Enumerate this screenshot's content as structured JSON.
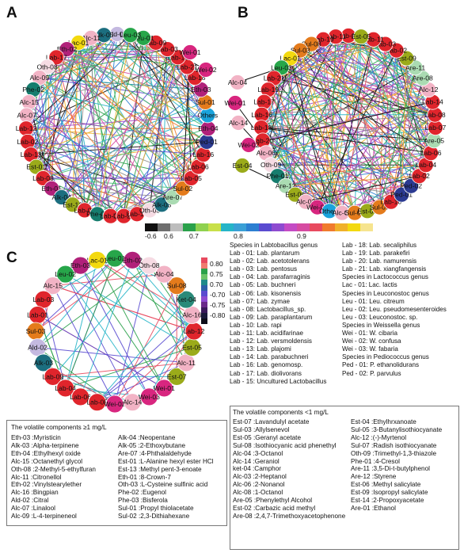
{
  "panels": {
    "a": "A",
    "b": "B",
    "c": "C"
  },
  "colors": {
    "neg_dark": "#111111",
    "neg_mid": "#8c8c8c",
    "neg_light": "#d8d8d8",
    "lab": "#e0252c",
    "alc": "#f2b3c5",
    "eth": "#b1217a",
    "sul": "#e47b1c",
    "est": "#9bab1a",
    "ald": "#c4b9e0",
    "wei": "#d8267f",
    "ped": "#2b3a91",
    "lac": "#f3d90f",
    "leu": "#27a64a",
    "oth": "#f6dbe3",
    "phe": "#167d6e",
    "are": "#aadbb2",
    "ket": "#2a8a79",
    "alk": "#1c6e7f",
    "others": "#1aa3dc"
  },
  "network_a": {
    "nodes": [
      {
        "label": "Ald-02",
        "group": "ald"
      },
      {
        "label": "Alk-05",
        "group": "alk"
      },
      {
        "label": "Alc-11",
        "group": "alc"
      },
      {
        "label": "Lac-01",
        "group": "lac"
      },
      {
        "label": "Eth-02",
        "group": "eth"
      },
      {
        "label": "Lab-17",
        "group": "lab"
      },
      {
        "label": "Oth-08",
        "group": "oth"
      },
      {
        "label": "Alc-09",
        "group": "alc"
      },
      {
        "label": "Phe-02",
        "group": "phe"
      },
      {
        "label": "Alc-15",
        "group": "alc"
      },
      {
        "label": "Alc-07",
        "group": "alc"
      },
      {
        "label": "Lab-12",
        "group": "lab"
      },
      {
        "label": "Lab-02",
        "group": "lab"
      },
      {
        "label": "Lab-13",
        "group": "lab"
      },
      {
        "label": "Est-01",
        "group": "est"
      },
      {
        "label": "Lab-08",
        "group": "lab"
      },
      {
        "label": "Eth-01",
        "group": "eth"
      },
      {
        "label": "Alk-04",
        "group": "alk"
      },
      {
        "label": "Est-13",
        "group": "est"
      },
      {
        "label": "Lab-07",
        "group": "lab"
      },
      {
        "label": "Phe-03",
        "group": "phe"
      },
      {
        "label": "Lab-01",
        "group": "lab"
      },
      {
        "label": "Lab-20",
        "group": "lab"
      },
      {
        "label": "Lab-14",
        "group": "lab"
      },
      {
        "label": "Oth-03",
        "group": "oth"
      },
      {
        "label": "Alk-03",
        "group": "alk"
      },
      {
        "label": "Are-07",
        "group": "are"
      },
      {
        "label": "Sul-02",
        "group": "sul"
      },
      {
        "label": "Lab-05",
        "group": "lab"
      },
      {
        "label": "Lab-06",
        "group": "lab"
      },
      {
        "label": "Lab-16",
        "group": "lab"
      },
      {
        "label": "Ped-01",
        "group": "ped"
      },
      {
        "label": "Eth-04",
        "group": "eth"
      },
      {
        "label": "Others",
        "group": "others"
      },
      {
        "label": "Sul-01",
        "group": "sul"
      },
      {
        "label": "Eth-03",
        "group": "eth"
      },
      {
        "label": "Lab-18",
        "group": "lab"
      },
      {
        "label": "Lab-21",
        "group": "lab"
      },
      {
        "label": "Lab-10",
        "group": "lab"
      },
      {
        "label": "Lab-03",
        "group": "lab"
      },
      {
        "label": "Lab-09",
        "group": "lab"
      },
      {
        "label": "Leu-01",
        "group": "leu"
      },
      {
        "label": "Leu-03",
        "group": "leu"
      }
    ],
    "outer": [
      {
        "label": "Wei-01",
        "group": "wei"
      },
      {
        "label": "Wei-02",
        "group": "wei"
      }
    ]
  },
  "network_b": {
    "nodes": [
      {
        "label": "Lab-15",
        "group": "lab"
      },
      {
        "label": "Lab-11",
        "group": "lab"
      },
      {
        "label": "Lab-19",
        "group": "lab"
      },
      {
        "label": "Sul-08",
        "group": "sul"
      },
      {
        "label": "Sul-03",
        "group": "sul"
      },
      {
        "label": "Lac-01",
        "group": "lac"
      },
      {
        "label": "Leu-03",
        "group": "leu"
      },
      {
        "label": "Lab-21",
        "group": "lab"
      },
      {
        "label": "Lab-19",
        "group": "lab"
      },
      {
        "label": "Lab-17",
        "group": "lab"
      },
      {
        "label": "Lab-16",
        "group": "lab"
      },
      {
        "label": "Lab-18",
        "group": "lab"
      },
      {
        "label": "Lab-20",
        "group": "lab"
      },
      {
        "label": "Alc-06",
        "group": "alc"
      },
      {
        "label": "Oth-09",
        "group": "oth"
      },
      {
        "label": "Phe-01",
        "group": "phe"
      },
      {
        "label": "Are-12",
        "group": "are"
      },
      {
        "label": "Est-06",
        "group": "est"
      },
      {
        "label": "Alc-02",
        "group": "alc"
      },
      {
        "label": "Wei-03",
        "group": "wei"
      },
      {
        "label": "Others",
        "group": "others"
      },
      {
        "label": "Alc-08",
        "group": "alc"
      },
      {
        "label": "Sul-05",
        "group": "sul"
      },
      {
        "label": "Est-09",
        "group": "est"
      },
      {
        "label": "Sul-07",
        "group": "sul"
      },
      {
        "label": "Lab-10",
        "group": "lab"
      },
      {
        "label": "Ped-01",
        "group": "ped"
      },
      {
        "label": "Ped-02",
        "group": "ped"
      },
      {
        "label": "Lab-02",
        "group": "lab"
      },
      {
        "label": "Lab-04",
        "group": "lab"
      },
      {
        "label": "Lab-06",
        "group": "lab"
      },
      {
        "label": "Are-05",
        "group": "are"
      },
      {
        "label": "Lab-07",
        "group": "lab"
      },
      {
        "label": "Lab-08",
        "group": "lab"
      },
      {
        "label": "Lab-14",
        "group": "lab"
      },
      {
        "label": "Alc-12",
        "group": "alc"
      },
      {
        "label": "Are-08",
        "group": "are"
      },
      {
        "label": "Are-11",
        "group": "are"
      },
      {
        "label": "Est-09",
        "group": "est"
      },
      {
        "label": "Lab-02",
        "group": "lab"
      },
      {
        "label": "Lab-03",
        "group": "lab"
      },
      {
        "label": "Lab-11",
        "group": "lab"
      },
      {
        "label": "Est-05",
        "group": "est"
      }
    ],
    "outer": [
      {
        "label": "Alc-04",
        "group": "alc"
      },
      {
        "label": "Wei-01",
        "group": "wei"
      },
      {
        "label": "Alc-14",
        "group": "alc"
      },
      {
        "label": "Wei-02",
        "group": "wei"
      },
      {
        "label": "Est-04",
        "group": "est"
      }
    ]
  },
  "network_c": {
    "nodes": [
      {
        "label": "Leu-01",
        "group": "leu"
      },
      {
        "label": "Lac-01",
        "group": "lac"
      },
      {
        "label": "Eth-03",
        "group": "eth"
      },
      {
        "label": "Leu-02",
        "group": "leu"
      },
      {
        "label": "Alc-15",
        "group": "alc"
      },
      {
        "label": "Lab-03",
        "group": "lab"
      },
      {
        "label": "Lab-01",
        "group": "lab"
      },
      {
        "label": "Sul-03",
        "group": "sul"
      },
      {
        "label": "Ald-02",
        "group": "ald"
      },
      {
        "label": "Alk-03",
        "group": "alk"
      },
      {
        "label": "Lab-09",
        "group": "lab"
      },
      {
        "label": "Lab-04",
        "group": "lab"
      },
      {
        "label": "Lab-06",
        "group": "lab"
      },
      {
        "label": "Lab-05",
        "group": "lab"
      },
      {
        "label": "Wei-02",
        "group": "wei"
      },
      {
        "label": "Alc-14",
        "group": "alc"
      },
      {
        "label": "Wei-03",
        "group": "wei"
      },
      {
        "label": "Wei-01",
        "group": "wei"
      },
      {
        "label": "Est-07",
        "group": "est"
      },
      {
        "label": "Alc-11",
        "group": "alc"
      },
      {
        "label": "Est-05",
        "group": "est"
      },
      {
        "label": "Lab-12",
        "group": "lab"
      },
      {
        "label": "Alc-16",
        "group": "alc"
      },
      {
        "label": "Ket-04",
        "group": "ket"
      },
      {
        "label": "Sul-08",
        "group": "sul"
      },
      {
        "label": "Alc-04",
        "group": "alc"
      },
      {
        "label": "Oth-08",
        "group": "oth"
      },
      {
        "label": "Eth-02",
        "group": "eth"
      }
    ]
  },
  "scale_ab": {
    "ticks": [
      "-0.6",
      "0.6",
      "0.7",
      "0.8",
      "0.9"
    ]
  },
  "scale_c": {
    "ticks": [
      "0.80",
      "0.75",
      "0.70",
      "-0.70",
      "-0.75",
      "-0.80"
    ]
  },
  "species_legend": {
    "col1": [
      "Species in Labtobacillus genus",
      "Lab - 01: Lab. plantarum",
      "Lab - 02: Lab. acetotolerans",
      "Lab - 03: Lab. pentosus",
      "Lab - 04: Lab. parafarraginis",
      "Lab - 05: Lab. buchneri",
      "Lab - 06: Lab. kisonensis",
      "Lab - 07: Lab. zymae",
      "Lab - 08: Lactobacillus_sp.",
      "Lab - 09: Lab. paraplantarum",
      "Lab - 10: Lab. rapi",
      "Lab - 11: Lab. acidifarinae",
      "Lab - 12: Lab. versmoldensis",
      "Lab - 13: Lab. plajomi",
      "Lab - 14: Lab. parabuchneri",
      "Lab - 16: Lab. genomosp.",
      "Lab - 17: Lab. diolivorans",
      "Lab - 15: Uncultured Lactobacillus"
    ],
    "col2": [
      "Lab - 18: Lab. secaliphilus",
      "Lab - 19: Lab. parakefiri",
      "Lab - 20: Lab. namurensis",
      "Lab - 21: Lab. xiangfangensis",
      "Species in Lactococcus genus",
      "Lac - 01: Lac. lactis",
      "Species in Leuconostoc genus",
      "Leu - 01: Leu. citreum",
      "Leu - 02: Leu. pseudomesenteroides",
      "Leu - 03: Leuconostoc. sp.",
      "Species in Weissella genus",
      "Wei - 01: W. cibaria",
      "Wei - 02: W. confusa",
      "Wei - 03: W. fabaria",
      "Species in Pediococcus genus",
      "Ped - 01: P. ethanolidurans",
      "Ped - 02: P. parvulus"
    ]
  },
  "volatile_high": {
    "title": "The volatile components ≥1 mg/L",
    "col1": [
      "Eth-03 :Myristicin",
      "Alk-03 :Alpha-terpinene",
      "Eth-04 :Ethylhexyl oxide",
      "Alc-15 :Octanethyl glycol",
      "Oth-08 :2-Methyl-5-ethylfuran",
      "Alc-11 :Citronellol",
      "Eth-02 :Vinylstearylether",
      "Alc-16 :Bingpian",
      "Ald-02 :Citral",
      "Alc-07 :Linalool",
      "Alc-09 :L-4-terpineneol"
    ],
    "col2": [
      "Alk-04 :Neopentane",
      "Alk-05 :2-Ethoxybutane",
      "Are-07 :4-Phthalaldehyde",
      "Est-01 :L-Alanine hexyl ester HCl",
      "Est-13 :Methyl pent-3-enoate",
      "Eth-01 :8-Crown-7",
      "Oth-03 :L-Cysteine sulfinic acid",
      "Phe-02 :Eugenol",
      "Phe-03 :Bisferola",
      "Sul-01 :Propyl thiolacetate",
      "Sul-02 :2,3-Dithiahexane"
    ]
  },
  "volatile_low": {
    "title": "The volatile components <1 mg/L",
    "col1": [
      "Est-07 :Lavandulyl acetate",
      "Sul-03 :Allylsenevol",
      "Est-05 :Geranyl acetate",
      "Sul-08 :Isothiocyanic acid phenethyl",
      "Alc-04 :3-Octanol",
      "Alc-14 :Geraniol",
      "ket-04 :Camphor",
      "Alc-03 :2-Heptanol",
      "Alc-06 :2-Nonanol",
      "Alc-08 :1-Octanol",
      "Are-05 :Phenylethyl Alcohol",
      "Est-02 :Carbazic acid methyl",
      "Are-08 :2,4,7-Trimethoxyacetophenone"
    ],
    "col2": [
      "Est-04 :Ethylhrxanoate",
      "Sul-05 :3-Butanylisothiocyanate",
      "Alc-12 :(-)-Myrtenol",
      "Sul-07 :Radish isothiocyanate",
      "Oth-09 :Trimethyl-1,3-thiazole",
      "Phe-01 :4-Cresol",
      "Are-11 :3,5-Di-t-butylphenol",
      "Are-12 :Styrene",
      "Est-06 :Methyl salicylate",
      "Est-09 :Isopropyl salicylate",
      "Est-14 :2-Propoxyacetate",
      "Are-01 :Ethanol"
    ]
  }
}
